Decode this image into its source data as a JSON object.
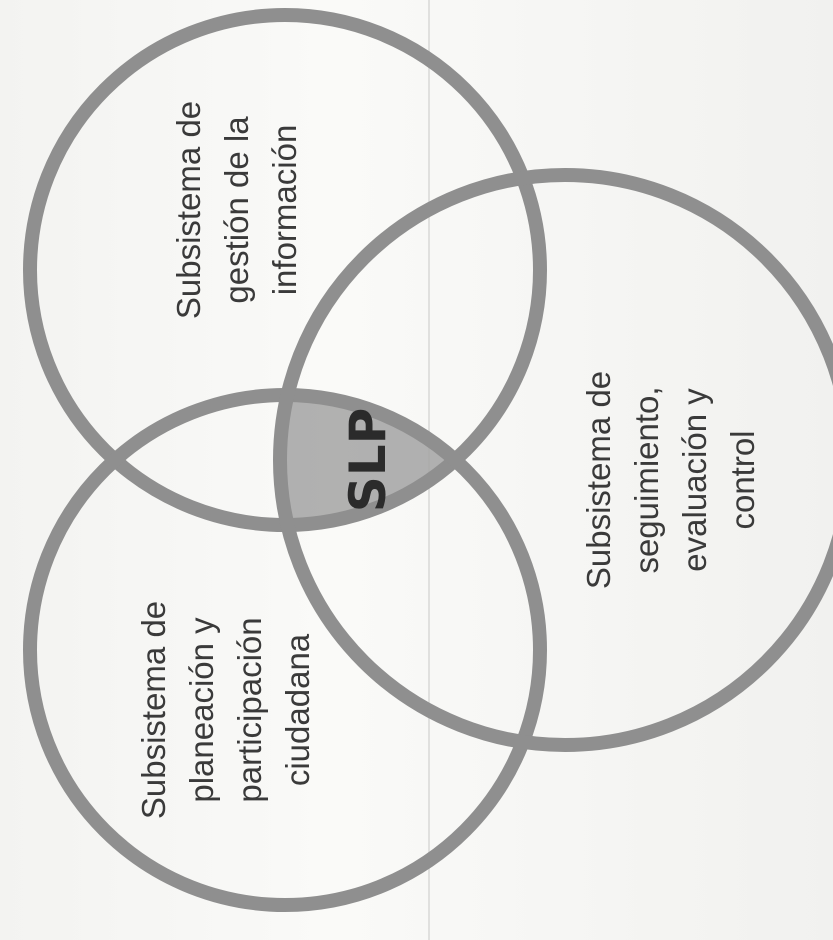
{
  "diagram": {
    "circles": [
      {
        "id": "gestion",
        "lines": [
          "Subsistema de",
          "gestión de la",
          "información"
        ]
      },
      {
        "id": "seguimiento",
        "lines": [
          "Subsistema de",
          "seguimiento,",
          "evaluación y",
          "control"
        ]
      },
      {
        "id": "planeacion",
        "lines": [
          "Subsistema de",
          "planeación y",
          "participación",
          "ciudadana"
        ]
      }
    ],
    "center_label": "SLP",
    "colors": {
      "circle_stroke": "#8f8f8f",
      "intersection_fill": "#a3a3a3",
      "text": "#3a3a3a"
    }
  }
}
